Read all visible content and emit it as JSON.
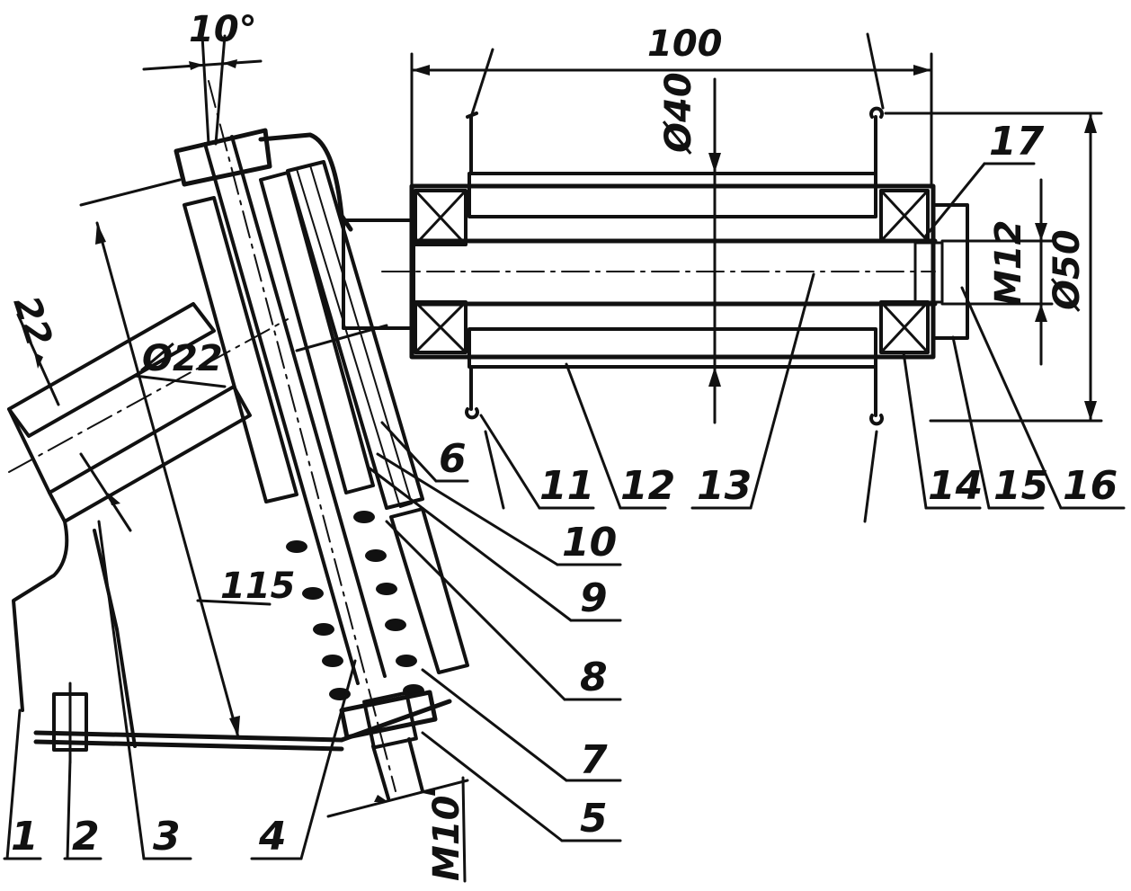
{
  "dimensions": {
    "angle": "10°",
    "length_top": "100",
    "diameter_40": "Ø40",
    "diameter_50": "Ø50",
    "thread_m12": "M12",
    "diameter_22": "Ø22",
    "tube_22": "22",
    "length_115": "115",
    "thread_m10": "M10"
  },
  "callouts": [
    "1",
    "2",
    "3",
    "4",
    "5",
    "6",
    "7",
    "8",
    "9",
    "10",
    "11",
    "12",
    "13",
    "14",
    "15",
    "16",
    "17"
  ],
  "colors": {
    "ink": "#111111",
    "paper": "#ffffff"
  }
}
